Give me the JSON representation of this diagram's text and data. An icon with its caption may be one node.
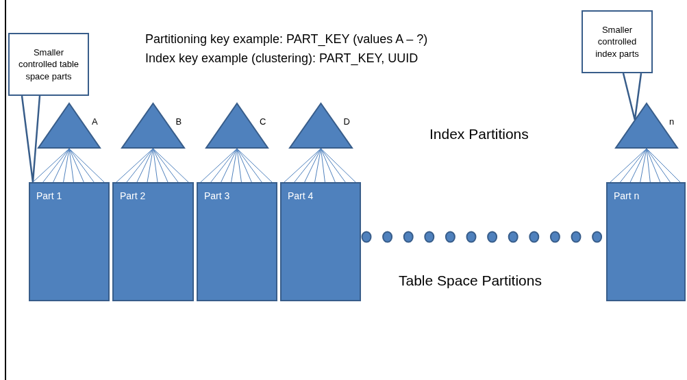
{
  "diagram": {
    "nodes": [
      {
        "text": [
          "Smaller controlled table space parts"
        ]
      },
      {
        "text": [
          "Smaller controlled index parts"
        ]
      },
      {
        "text": [],
        "shape": "triangle",
        "beside": [
          "A"
        ]
      },
      {
        "text": [],
        "shape": "triangle",
        "beside": [
          "B"
        ]
      },
      {
        "text": [],
        "shape": "triangle",
        "beside": [
          "C"
        ]
      },
      {
        "text": [],
        "shape": "triangle",
        "beside": [
          "D"
        ]
      },
      {
        "text": [],
        "shape": "triangle",
        "beside": [
          "n"
        ]
      },
      {
        "text": [
          "Part 1"
        ]
      },
      {
        "text": [
          "Part 2"
        ]
      },
      {
        "text": [
          "Part 3"
        ]
      },
      {
        "text": [
          "Part 4"
        ]
      },
      {
        "text": [
          "Part n"
        ]
      }
    ],
    "edges": [
      {
        "from": 0,
        "to": 7,
        "arrow": "none"
      },
      {
        "from": 1,
        "to": 6,
        "arrow": "none"
      },
      {
        "from": 2,
        "to": 7,
        "arrow": "none"
      },
      {
        "from": 2,
        "to": 7,
        "arrow": "none"
      },
      {
        "from": 2,
        "to": 7,
        "arrow": "none"
      },
      {
        "from": 2,
        "to": 7,
        "arrow": "none"
      },
      {
        "from": 2,
        "to": 7,
        "arrow": "none"
      },
      {
        "from": 2,
        "to": 7,
        "arrow": "none"
      },
      {
        "from": 2,
        "to": 7,
        "arrow": "none"
      },
      {
        "from": 2,
        "to": 7,
        "arrow": "none"
      },
      {
        "from": 3,
        "to": 8,
        "arrow": "none"
      },
      {
        "from": 3,
        "to": 8,
        "arrow": "none"
      },
      {
        "from": 3,
        "to": 8,
        "arrow": "none"
      },
      {
        "from": 3,
        "to": 8,
        "arrow": "none"
      },
      {
        "from": 3,
        "to": 8,
        "arrow": "none"
      },
      {
        "from": 3,
        "to": 8,
        "arrow": "none"
      },
      {
        "from": 3,
        "to": 8,
        "arrow": "none"
      },
      {
        "from": 3,
        "to": 8,
        "arrow": "none"
      },
      {
        "from": 4,
        "to": 9,
        "arrow": "none"
      },
      {
        "from": 4,
        "to": 9,
        "arrow": "none"
      },
      {
        "from": 4,
        "to": 9,
        "arrow": "none"
      },
      {
        "from": 4,
        "to": 9,
        "arrow": "none"
      },
      {
        "from": 4,
        "to": 9,
        "arrow": "none"
      },
      {
        "from": 4,
        "to": 9,
        "arrow": "none"
      },
      {
        "from": 4,
        "to": 9,
        "arrow": "none"
      },
      {
        "from": 4,
        "to": 9,
        "arrow": "none"
      },
      {
        "from": 5,
        "to": 10,
        "arrow": "none"
      },
      {
        "from": 5,
        "to": 10,
        "arrow": "none"
      },
      {
        "from": 5,
        "to": 10,
        "arrow": "none"
      },
      {
        "from": 5,
        "to": 10,
        "arrow": "none"
      },
      {
        "from": 5,
        "to": 10,
        "arrow": "none"
      },
      {
        "from": 5,
        "to": 10,
        "arrow": "none"
      },
      {
        "from": 5,
        "to": 10,
        "arrow": "none"
      },
      {
        "from": 5,
        "to": 10,
        "arrow": "none"
      },
      {
        "from": 6,
        "to": 11,
        "arrow": "none"
      },
      {
        "from": 6,
        "to": 11,
        "arrow": "none"
      },
      {
        "from": 6,
        "to": 11,
        "arrow": "none"
      },
      {
        "from": 6,
        "to": 11,
        "arrow": "none"
      },
      {
        "from": 6,
        "to": 11,
        "arrow": "none"
      },
      {
        "from": 6,
        "to": 11,
        "arrow": "none"
      },
      {
        "from": 6,
        "to": 11,
        "arrow": "none"
      },
      {
        "from": 6,
        "to": 11,
        "arrow": "none"
      }
    ],
    "labels": [
      "Partitioning key example: PART_KEY (values A – ?)",
      "Index key example (clustering): PART_KEY, UUID",
      "Index Partitions",
      "Table Space Partitions"
    ]
  }
}
